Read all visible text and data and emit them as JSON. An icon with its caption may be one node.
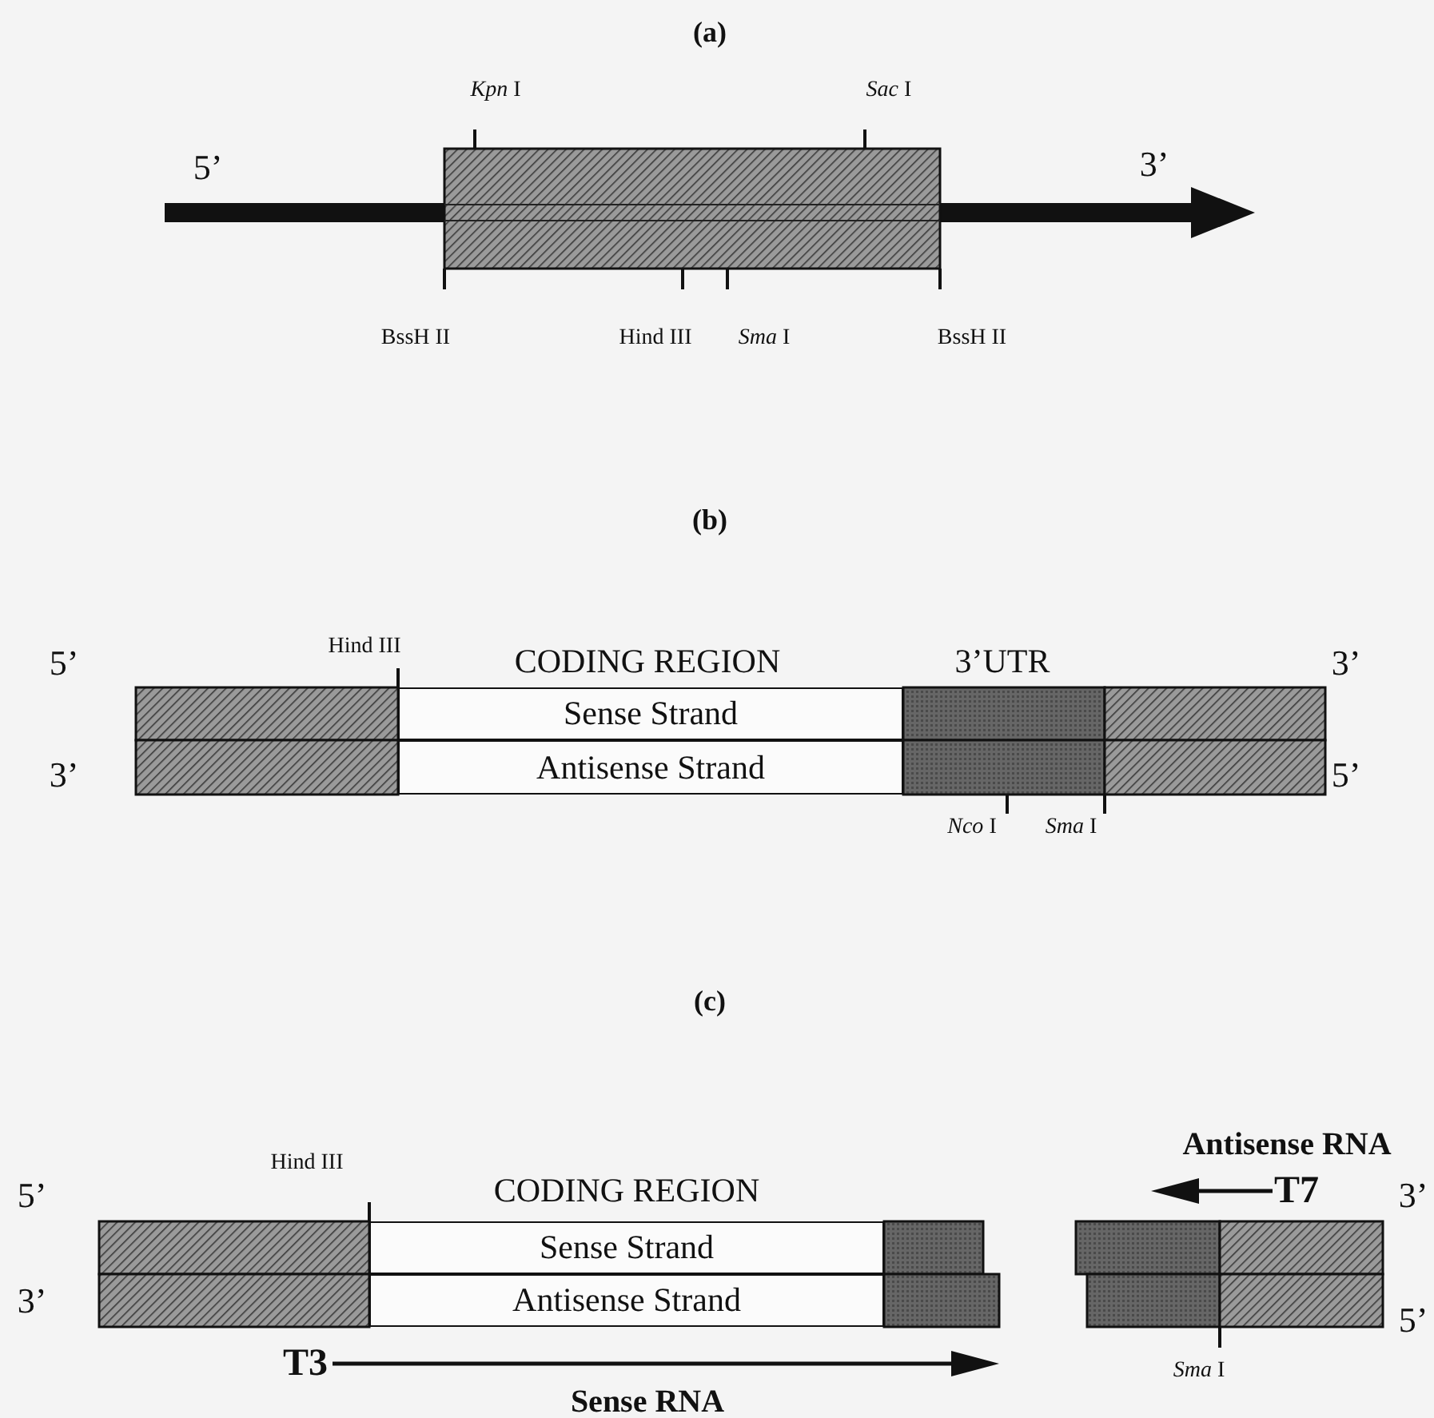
{
  "diagram": {
    "nodes": [
      {
        "text": [
          "Sense Strand"
        ]
      },
      {
        "text": [
          "Antisense Strand"
        ]
      },
      {
        "text": [
          "Sense Strand"
        ]
      },
      {
        "text": [
          "Antisense Strand"
        ]
      },
      {
        "text": [
          "T7"
        ]
      },
      {
        "text": [
          "T3"
        ]
      }
    ],
    "edges": [
      {
        "from": 4,
        "to": null,
        "arrow": "to"
      },
      {
        "from": 5,
        "to": null,
        "arrow": "to"
      }
    ],
    "labels": [
      "(a)",
      "*Kpn* I",
      "*Sac* I",
      "5’",
      "3’",
      "BssH II",
      "Hind III",
      "*Sma* I",
      "BssH II",
      "(b)",
      "5’",
      "Hind III",
      "CODING REGION",
      "3’UTR",
      "3’",
      "3’",
      "5’",
      "*Nco* I",
      "*Sma* I",
      "(c)",
      "Hind III",
      "Antisense RNA",
      "5’",
      "CODING REGION",
      "3’",
      "3’",
      "5’",
      "*Sma* I",
      "Sense RNA"
    ]
  }
}
